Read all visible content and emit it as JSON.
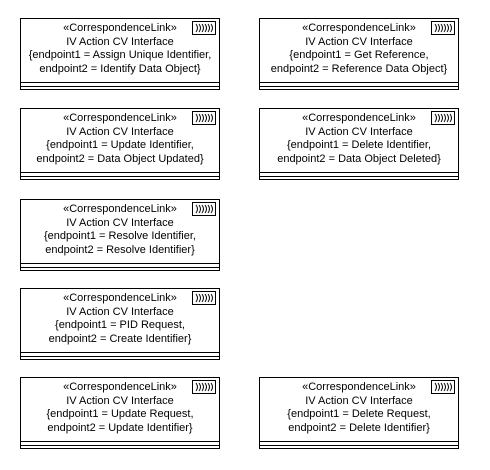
{
  "colors": {
    "line": "#000000",
    "background": "#ffffff"
  },
  "boxes": [
    {
      "stereotype": "«CorrespondenceLink»",
      "name": "IV Action CV Interface",
      "endpoint1": "{endpoint1 = Assign Unique Identifier,",
      "endpoint2": "endpoint2 = Identify Data Object}",
      "icon": "correspondence-link-icon"
    },
    {
      "stereotype": "«CorrespondenceLink»",
      "name": "IV Action CV Interface",
      "endpoint1": "{endpoint1 = Get Reference,",
      "endpoint2": "endpoint2 = Reference Data Object}",
      "icon": "correspondence-link-icon"
    },
    {
      "stereotype": "«CorrespondenceLink»",
      "name": "IV Action CV Interface",
      "endpoint1": "{endpoint1 = Update Identifier,",
      "endpoint2": "endpoint2 = Data Object Updated}",
      "icon": "correspondence-link-icon"
    },
    {
      "stereotype": "«CorrespondenceLink»",
      "name": "IV Action CV Interface",
      "endpoint1": "{endpoint1 = Delete Identifier,",
      "endpoint2": "endpoint2 = Data Object Deleted}",
      "icon": "correspondence-link-icon"
    },
    {
      "stereotype": "«CorrespondenceLink»",
      "name": "IV Action CV Interface",
      "endpoint1": "{endpoint1 = Resolve Identifier,",
      "endpoint2": "endpoint2 = Resolve Identifier}",
      "icon": "correspondence-link-icon"
    },
    {
      "stereotype": "«CorrespondenceLink»",
      "name": "IV Action CV Interface",
      "endpoint1": "{endpoint1 = PID Request,",
      "endpoint2": "endpoint2 = Create Identifier}",
      "icon": "correspondence-link-icon"
    },
    {
      "stereotype": "«CorrespondenceLink»",
      "name": "IV Action CV Interface",
      "endpoint1": "{endpoint1 = Update Request,",
      "endpoint2": "endpoint2 = Update Identifier}",
      "icon": "correspondence-link-icon"
    },
    {
      "stereotype": "«CorrespondenceLink»",
      "name": "IV Action CV Interface",
      "endpoint1": "{endpoint1 = Delete Request,",
      "endpoint2": "endpoint2 = Delete Identifier}",
      "icon": "correspondence-link-icon"
    }
  ]
}
